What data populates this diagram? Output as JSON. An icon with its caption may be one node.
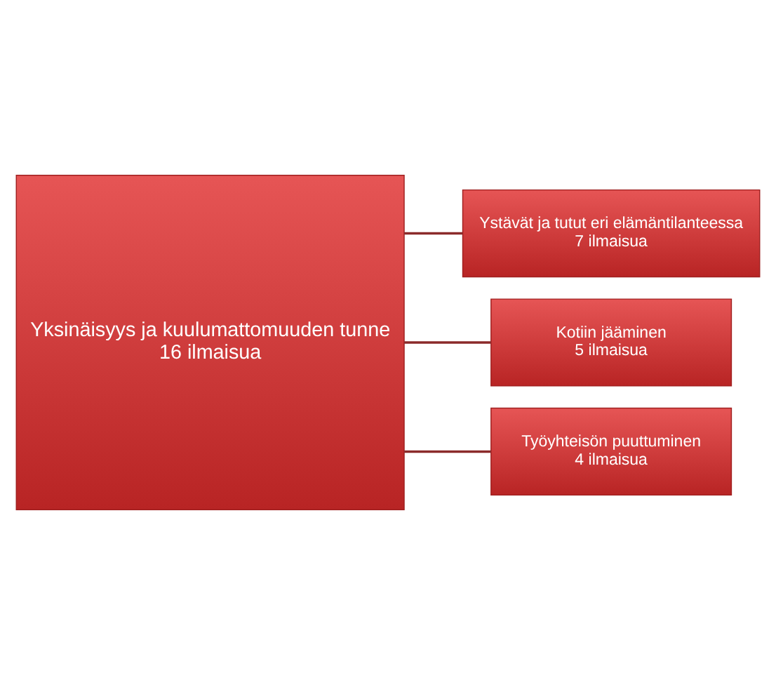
{
  "diagram": {
    "nodes": [
      {
        "text": [
          "Yksinäisyys ja kuulumattomuuden tunne",
          "16 ilmaisua"
        ]
      },
      {
        "text": [
          "Ystävät ja tutut eri elämäntilanteessa",
          "7 ilmaisua"
        ]
      },
      {
        "text": [
          "Kotiin jääminen",
          "5 ilmaisua"
        ]
      },
      {
        "text": [
          "Työyhteisön puuttuminen",
          "4 ilmaisua"
        ]
      }
    ],
    "edges": [
      {
        "from": 0,
        "to": 1,
        "arrow": "none"
      },
      {
        "from": 0,
        "to": 2,
        "arrow": "none"
      },
      {
        "from": 0,
        "to": 3,
        "arrow": "none"
      }
    ]
  }
}
